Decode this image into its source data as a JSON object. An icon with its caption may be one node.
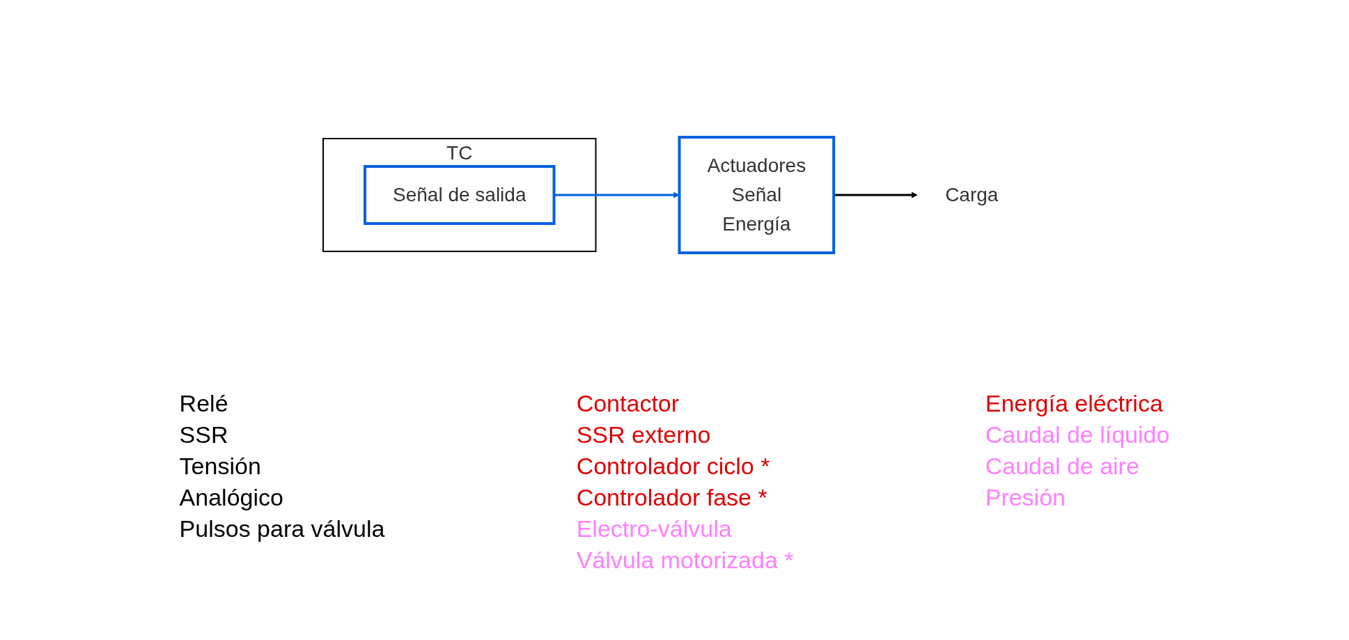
{
  "diagram": {
    "nodes": [
      {
        "text": [
          "TC"
        ]
      },
      {
        "text": [
          "Señal de salida"
        ],
        "in": 0
      },
      {
        "text": [
          "Actuadores",
          "Señal",
          "Energía"
        ]
      },
      {
        "text": [
          "Carga"
        ]
      }
    ],
    "edges": [
      {
        "from": 1,
        "to": 2,
        "arrow": "to",
        "color": "#0060e0"
      },
      {
        "from": 2,
        "to": 3,
        "arrow": "to",
        "color": "#000000"
      }
    ],
    "labels": [
      "Relé",
      "SSR",
      "Tensión",
      "Analógico",
      "Pulsos para válvula",
      "Contactor",
      "SSR externo",
      "Controlador ciclo *",
      "Controlador fase *",
      "Electro-válvula",
      "Válvula motorizada *",
      "Energía eléctrica",
      "Caudal de líquido",
      "Caudal de aire",
      "Presión"
    ]
  }
}
